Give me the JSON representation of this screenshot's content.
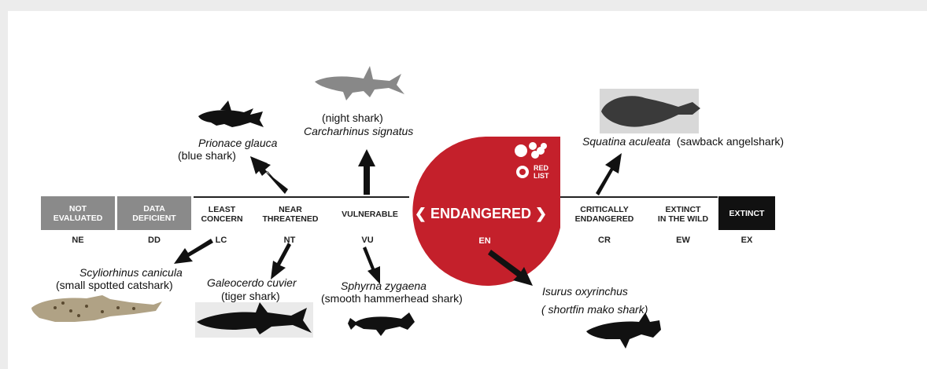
{
  "categories": [
    {
      "label_line1": "NOT",
      "label_line2": "EVALUATED",
      "code": "NE",
      "bg": "#8a8a8a"
    },
    {
      "label_line1": "DATA",
      "label_line2": "DEFICIENT",
      "code": "DD",
      "bg": "#8a8a8a"
    },
    {
      "label_line1": "LEAST",
      "label_line2": "CONCERN",
      "code": "LC",
      "bg": "#ffffff"
    },
    {
      "label_line1": "NEAR",
      "label_line2": "THREATENED",
      "code": "NT",
      "bg": "#ffffff"
    },
    {
      "label_line1": "VULNERABLE",
      "label_line2": "",
      "code": "VU",
      "bg": "#ffffff"
    },
    {
      "label_line1": "CRITICALLY",
      "label_line2": "ENDANGERED",
      "code": "CR",
      "bg": "#ffffff"
    },
    {
      "label_line1": "EXTINCT",
      "label_line2": "IN THE WILD",
      "code": "EW",
      "bg": "#ffffff"
    },
    {
      "label_line1": "EXTINCT",
      "label_line2": "",
      "code": "EX",
      "bg": "#111111"
    }
  ],
  "endangered": {
    "label": "ENDANGERED",
    "code": "EN",
    "color": "#c4202b",
    "logo_text_1": "RED",
    "logo_text_2": "LIST"
  },
  "species": {
    "blue": {
      "scientific": "Prionace glauca",
      "common": "(blue shark)"
    },
    "night": {
      "common": "(night shark)",
      "scientific": "Carcharhinus signatus"
    },
    "sawback": {
      "scientific": "Squatina aculeata",
      "common": "(sawback angelshark)"
    },
    "catshark": {
      "scientific": "Scyliorhinus canicula",
      "common": "(small spotted catshark)"
    },
    "tiger": {
      "scientific": "Galeocerdo cuvier",
      "common": "(tiger shark)"
    },
    "hammerhead": {
      "scientific": "Sphyrna zygaena",
      "common": "(smooth hammerhead shark)"
    },
    "mako": {
      "scientific": "Isurus oxyrinchus",
      "common": "( shortfin mako shark)"
    }
  }
}
